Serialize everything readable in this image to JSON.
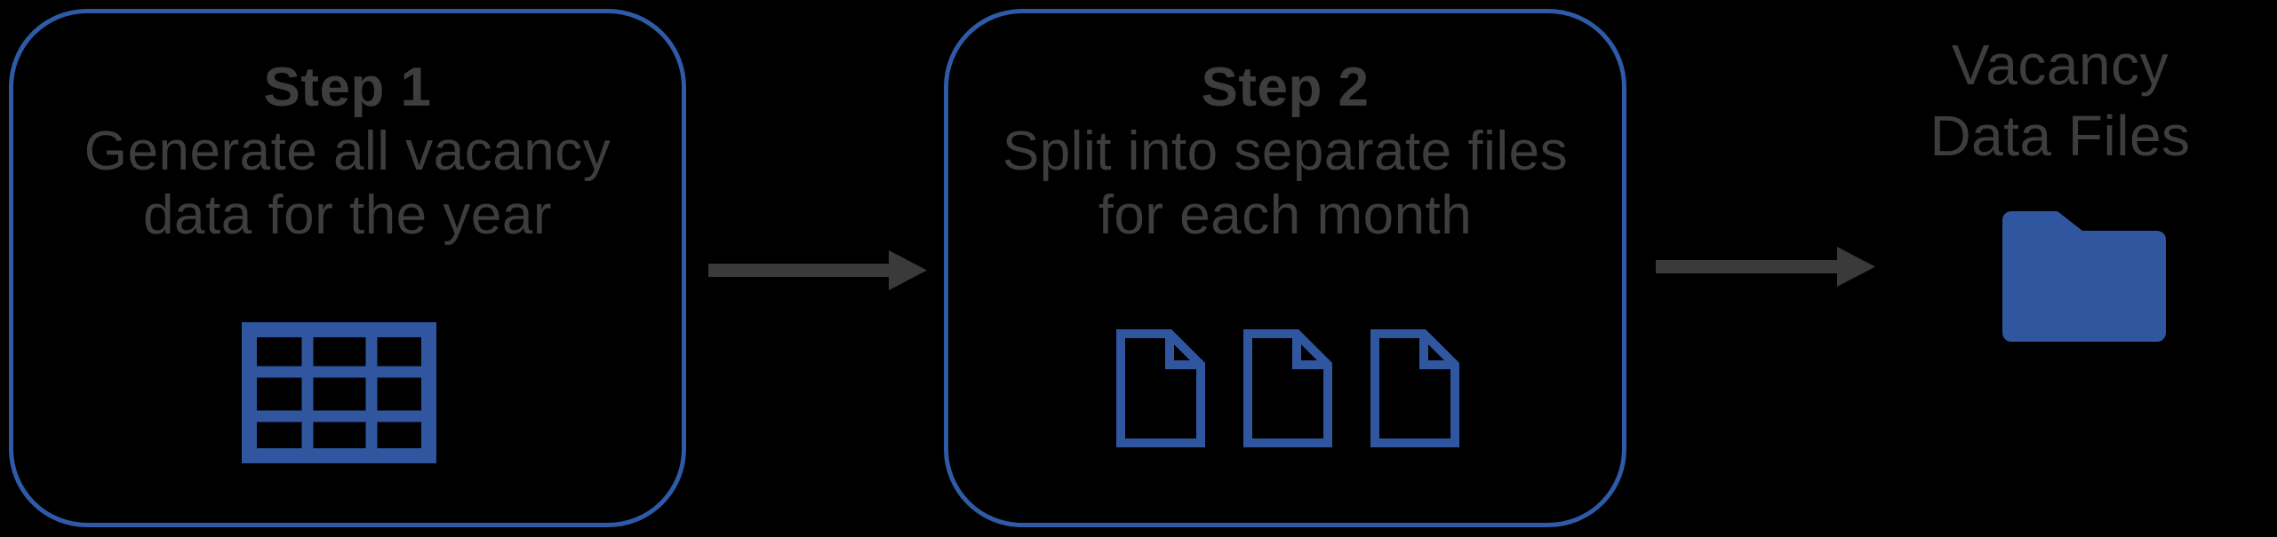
{
  "diagram": {
    "background_color": "#000000",
    "box_border_color": "#2E5AA7",
    "icon_color": "#2F569E",
    "text_color": "#3D3D3D",
    "arrow_color": "#3A3A3A",
    "steps": [
      {
        "title": "Step 1",
        "description_line1": "Generate all vacancy",
        "description_line2": "data for the year",
        "icon": "table-grid-icon"
      },
      {
        "title": "Step 2",
        "description_line1": "Split into separate files",
        "description_line2": "for each month",
        "icon": "documents-icon"
      }
    ],
    "arrows": [
      {
        "icon": "arrow-right-icon",
        "from": "Step 1",
        "to": "Step 2"
      },
      {
        "icon": "arrow-right-icon",
        "from": "Step 2",
        "to": "Vacancy Data Files"
      }
    ],
    "output": {
      "label_line1": "Vacancy",
      "label_line2": "Data Files",
      "icon": "folder-icon"
    }
  }
}
